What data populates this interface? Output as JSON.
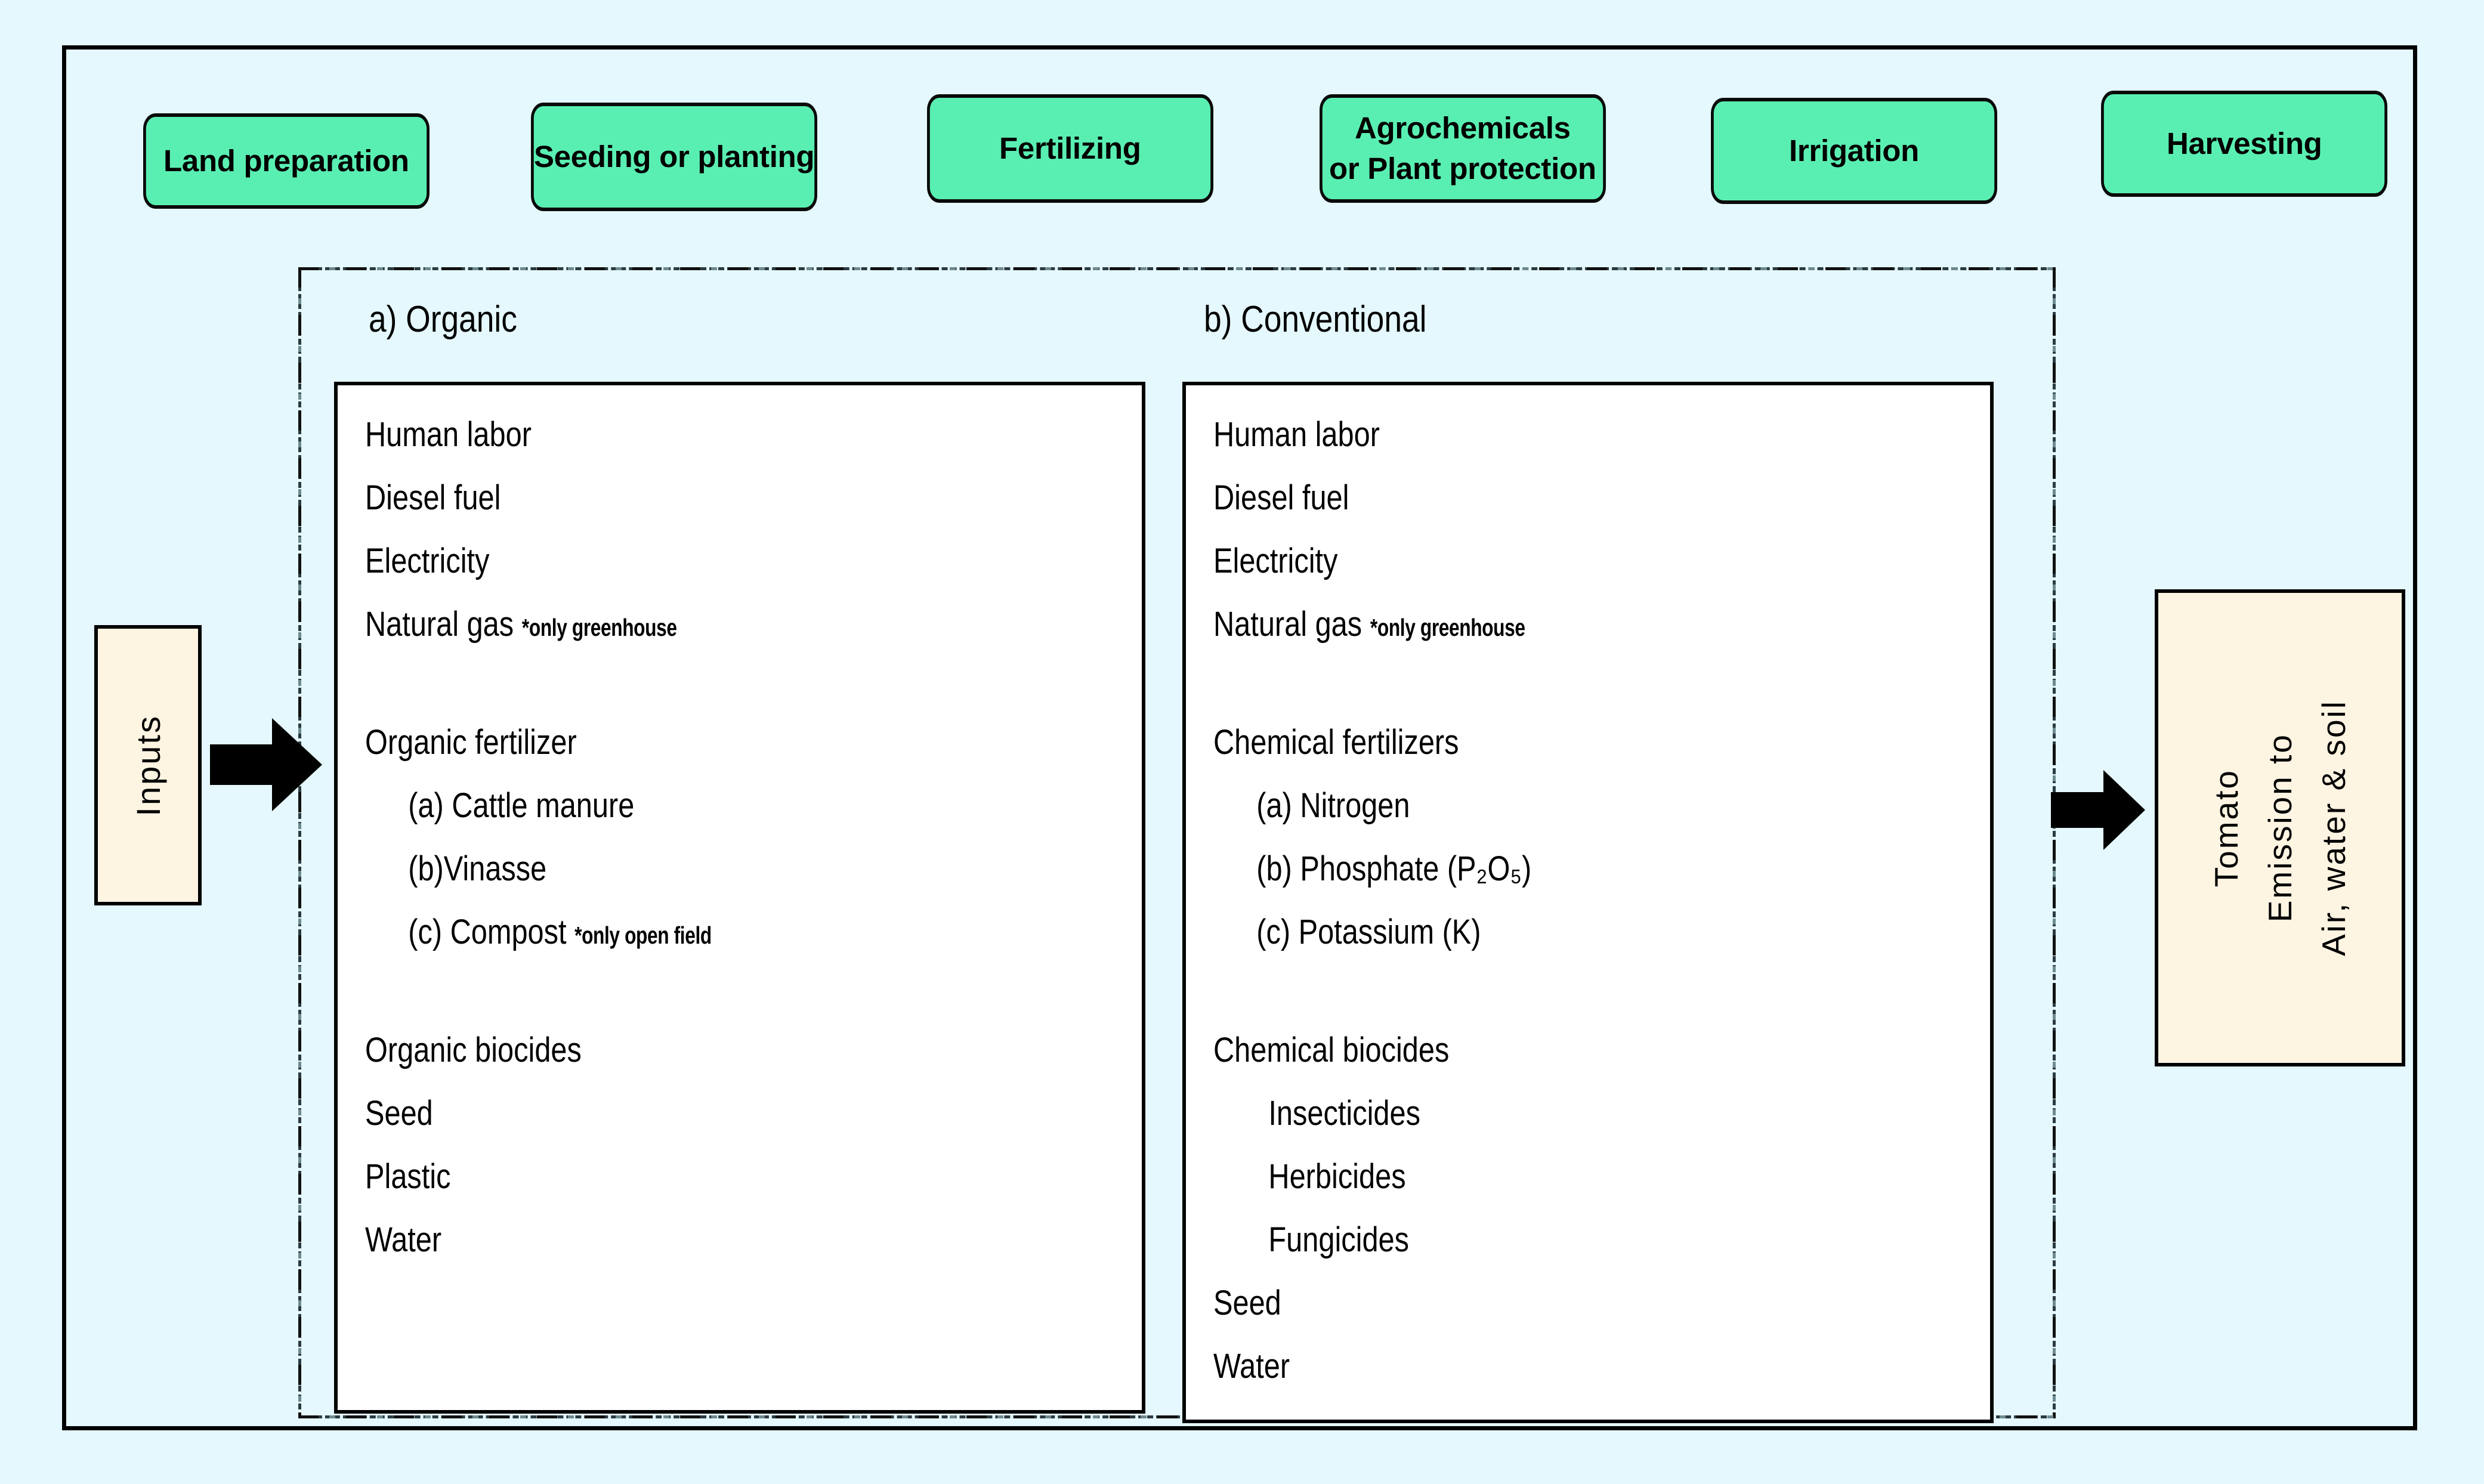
{
  "figure": {
    "title": "Organic vs conventional tomato production system boundary",
    "background_color": "#e4f8fd",
    "stage_box_color": "#5aefb2",
    "side_box_color": "#fdf4e2",
    "panel_color": "#ffffff",
    "border_color": "#000000"
  },
  "stages": [
    {
      "label": "Land preparation"
    },
    {
      "label": "Seeding or planting"
    },
    {
      "label": "Fertilizing"
    },
    {
      "label": "Agrochemicals\nor Plant protection"
    },
    {
      "label": "Irrigation"
    },
    {
      "label": "Harvesting"
    }
  ],
  "inputs_box": {
    "label": "Inputs"
  },
  "outputs_box": {
    "product": "Tomato",
    "emission_title": "Emission to",
    "emission_targets": "Air, water & soil"
  },
  "columns": [
    {
      "heading": "a) Organic",
      "lines": [
        {
          "text": "Human labor",
          "indent": 0,
          "note": ""
        },
        {
          "text": "Diesel fuel",
          "indent": 0,
          "note": ""
        },
        {
          "text": "Electricity",
          "indent": 0,
          "note": ""
        },
        {
          "text": "Natural gas",
          "indent": 0,
          "note": "*only greenhouse",
          "gap_after": true
        },
        {
          "text": "Organic fertilizer",
          "indent": 0,
          "note": ""
        },
        {
          "text": "(a) Cattle manure",
          "indent": 1,
          "note": ""
        },
        {
          "text": "(b)Vinasse",
          "indent": 1,
          "note": ""
        },
        {
          "text": "(c) Compost",
          "indent": 1,
          "note": "*only open field",
          "gap_after": true
        },
        {
          "text": "Organic biocides",
          "indent": 0,
          "note": ""
        },
        {
          "text": "Seed",
          "indent": 0,
          "note": ""
        },
        {
          "text": "Plastic",
          "indent": 0,
          "note": ""
        },
        {
          "text": "Water",
          "indent": 0,
          "note": ""
        }
      ]
    },
    {
      "heading": "b) Conventional",
      "lines": [
        {
          "text": "Human labor",
          "indent": 0,
          "note": ""
        },
        {
          "text": "Diesel fuel",
          "indent": 0,
          "note": ""
        },
        {
          "text": "Electricity",
          "indent": 0,
          "note": ""
        },
        {
          "text": "Natural gas",
          "indent": 0,
          "note": "*only greenhouse",
          "gap_after": true
        },
        {
          "text": "Chemical fertilizers",
          "indent": 0,
          "note": ""
        },
        {
          "text": "(a) Nitrogen",
          "indent": 1,
          "note": ""
        },
        {
          "text": "(b) Phosphate (P₂O₅)",
          "indent": 1,
          "note": ""
        },
        {
          "text": "(c) Potassium (K)",
          "indent": 1,
          "note": "",
          "gap_after": true
        },
        {
          "text": "Chemical biocides",
          "indent": 0,
          "note": ""
        },
        {
          "text": "Insecticides",
          "indent": 2,
          "note": ""
        },
        {
          "text": "Herbicides",
          "indent": 2,
          "note": ""
        },
        {
          "text": "Fungicides",
          "indent": 2,
          "note": ""
        },
        {
          "text": "Seed",
          "indent": 0,
          "note": ""
        },
        {
          "text": "Water",
          "indent": 0,
          "note": ""
        }
      ]
    }
  ]
}
